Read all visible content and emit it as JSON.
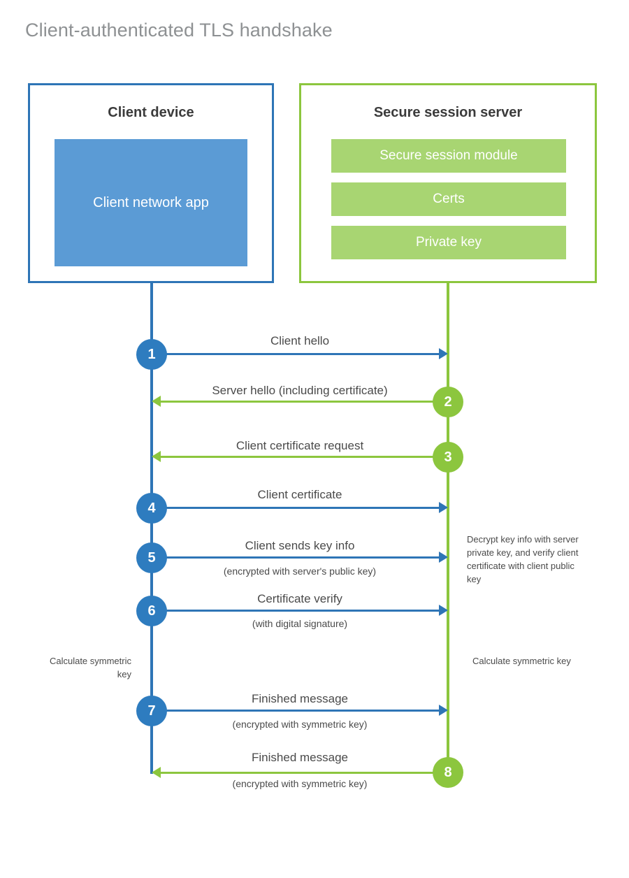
{
  "title": "Client-authenticated TLS handshake",
  "colors": {
    "client_border": "#2e75b6",
    "client_fill": "#5b9bd5",
    "server_border": "#8cc63e",
    "server_fill": "#a8d572",
    "client_step": "#2e7cbf",
    "server_step": "#8cc63e",
    "title_text": "#8e9193",
    "body_text": "#4a4a4a"
  },
  "client": {
    "title": "Client device",
    "app_label": "Client network app"
  },
  "server": {
    "title": "Secure session server",
    "modules": [
      {
        "label": "Secure session module"
      },
      {
        "label": "Certs"
      },
      {
        "label": "Private key"
      }
    ]
  },
  "messages": [
    {
      "number": "1",
      "label": "Client hello",
      "sublabel": "",
      "direction": "client-to-server",
      "actor": "client"
    },
    {
      "number": "2",
      "label": "Server hello (including certificate)",
      "sublabel": "",
      "direction": "server-to-client",
      "actor": "server"
    },
    {
      "number": "3",
      "label": "Client certificate request",
      "sublabel": "",
      "direction": "server-to-client",
      "actor": "server"
    },
    {
      "number": "4",
      "label": "Client certificate",
      "sublabel": "",
      "direction": "client-to-server",
      "actor": "client"
    },
    {
      "number": "5",
      "label": "Client sends key info",
      "sublabel": "(encrypted with server's public key)",
      "direction": "client-to-server",
      "actor": "client"
    },
    {
      "number": "6",
      "label": "Certificate verify",
      "sublabel": "(with digital signature)",
      "direction": "client-to-server",
      "actor": "client"
    },
    {
      "number": "7",
      "label": "Finished message",
      "sublabel": "(encrypted with symmetric key)",
      "direction": "client-to-server",
      "actor": "client"
    },
    {
      "number": "8",
      "label": "Finished message",
      "sublabel": "(encrypted with symmetric key)",
      "direction": "server-to-client",
      "actor": "server"
    }
  ],
  "notes": {
    "server_decrypt": "Decrypt key info with server private key, and verify client certificate with client public key",
    "calculate_client": "Calculate symmetric key",
    "calculate_server": "Calculate symmetric key"
  }
}
